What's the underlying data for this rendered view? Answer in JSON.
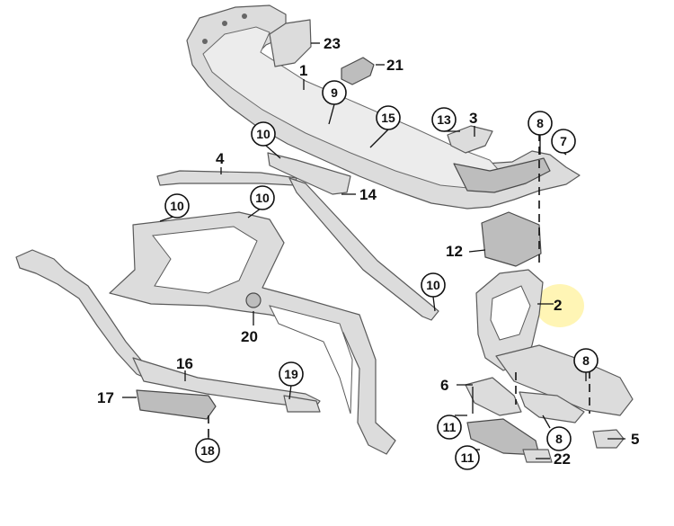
{
  "callouts": {
    "c1": "1",
    "c2": "2",
    "c3": "3",
    "c4": "4",
    "c5": "5",
    "c6": "6",
    "c7": "7",
    "c8a": "8",
    "c8b": "8",
    "c8c": "8",
    "c9": "9",
    "c10a": "10",
    "c10b": "10",
    "c10c": "10",
    "c10d": "10",
    "c11a": "11",
    "c11b": "11",
    "c12": "12",
    "c13": "13",
    "c14": "14",
    "c15": "15",
    "c16": "16",
    "c17": "17",
    "c18": "18",
    "c19": "19",
    "c20": "20",
    "c21": "21",
    "c22": "22",
    "c23": "23"
  },
  "highlight_color": "#fff3a8"
}
